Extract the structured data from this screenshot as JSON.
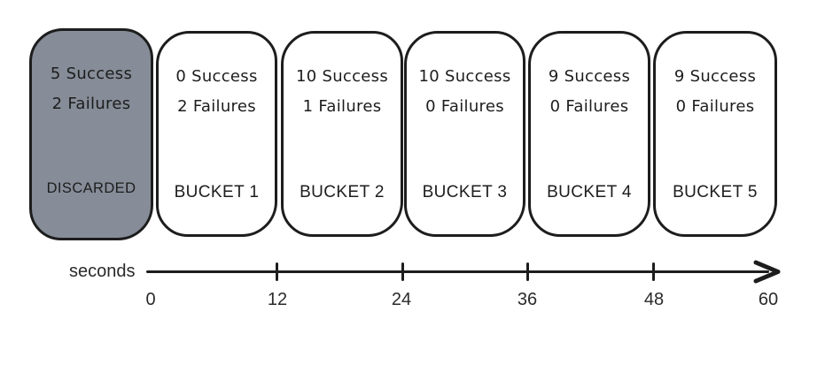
{
  "colors": {
    "background": "#ffffff",
    "outline": "#1d1d1d",
    "discarded_fill": "#868d98",
    "bucket_fill": "#ffffff"
  },
  "buckets": [
    {
      "success": "5 Success",
      "failures": "2 Failures",
      "label": "DISCARDED",
      "discarded": true
    },
    {
      "success": "0 Success",
      "failures": "2 Failures",
      "label": "BUCKET 1"
    },
    {
      "success": "10 Success",
      "failures": "1 Failures",
      "label": "BUCKET 2"
    },
    {
      "success": "10 Success",
      "failures": "0 Failures",
      "label": "BUCKET 3"
    },
    {
      "success": "9 Success",
      "failures": "0 Failures",
      "label": "BUCKET 4"
    },
    {
      "success": "9 Success",
      "failures": "0 Failures",
      "label": "BUCKET 5"
    }
  ],
  "axis": {
    "label": "seconds",
    "unit": "seconds",
    "ticks": [
      "0",
      "12",
      "24",
      "36",
      "48",
      "60"
    ]
  }
}
